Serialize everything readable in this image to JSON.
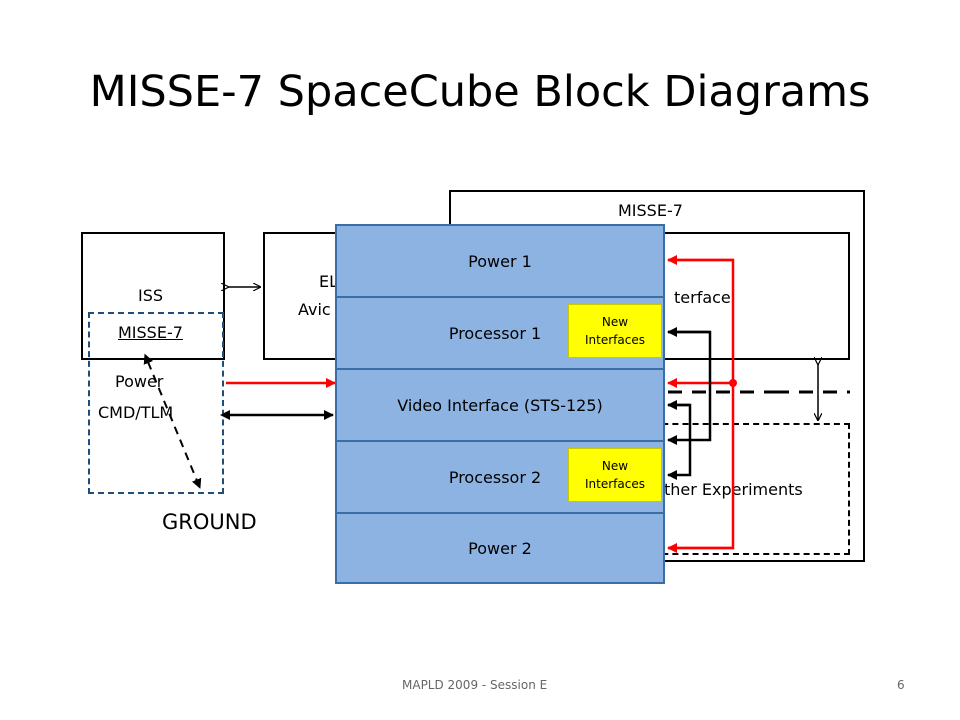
{
  "title": "MISSE-7 SpaceCube Block Diagrams",
  "iss_box": {
    "label": "ISS"
  },
  "iss_misse_label": "MISSE-7",
  "power_label": "Power",
  "cmd_label": "CMD/TLM",
  "ground_label": "GROUND",
  "avionics_label_line1": "EL",
  "avionics_label_line2": "Avic",
  "misse_outer_label": "MISSE-7",
  "interface_partial_label": "terface",
  "experiments_partial_label": "ther Experiments",
  "stack": [
    {
      "label": "Power 1"
    },
    {
      "label": "Processor 1"
    },
    {
      "label": "Video Interface (STS-125)"
    },
    {
      "label": "Processor 2"
    },
    {
      "label": "Power 2"
    }
  ],
  "new_interfaces": {
    "line1": "New",
    "line2": "Interfaces"
  },
  "footer": {
    "session": "MAPLD 2009 - Session E",
    "page": "6"
  },
  "colors": {
    "stack_fill": "#8db3e2",
    "tag_fill": "#ffff00",
    "power_arrow": "#ff0000"
  }
}
